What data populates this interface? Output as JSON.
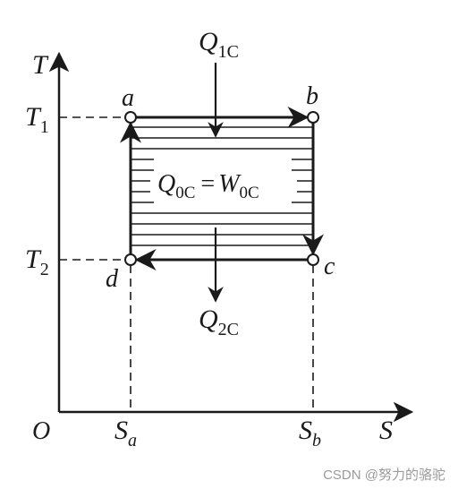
{
  "axes": {
    "y_label": "T",
    "x_label": "S",
    "origin_label": "O",
    "t1_main": "T",
    "t1_sub": "1",
    "t2_main": "T",
    "t2_sub": "2",
    "sa_main": "S",
    "sa_sub": "a",
    "sb_main": "S",
    "sb_sub": "b"
  },
  "points": {
    "a": "a",
    "b": "b",
    "c": "c",
    "d": "d"
  },
  "heat": {
    "q1_main": "Q",
    "q1_sub": "1C",
    "q2_main": "Q",
    "q2_sub": "2C",
    "q0_main": "Q",
    "q0_sub": "0C",
    "equals": "=",
    "w0_main": "W",
    "w0_sub": "0C"
  },
  "watermark": "CSDN @努力的骆驼",
  "colors": {
    "ink": "#1a1a1a",
    "watermark": "#9a9a9a"
  }
}
